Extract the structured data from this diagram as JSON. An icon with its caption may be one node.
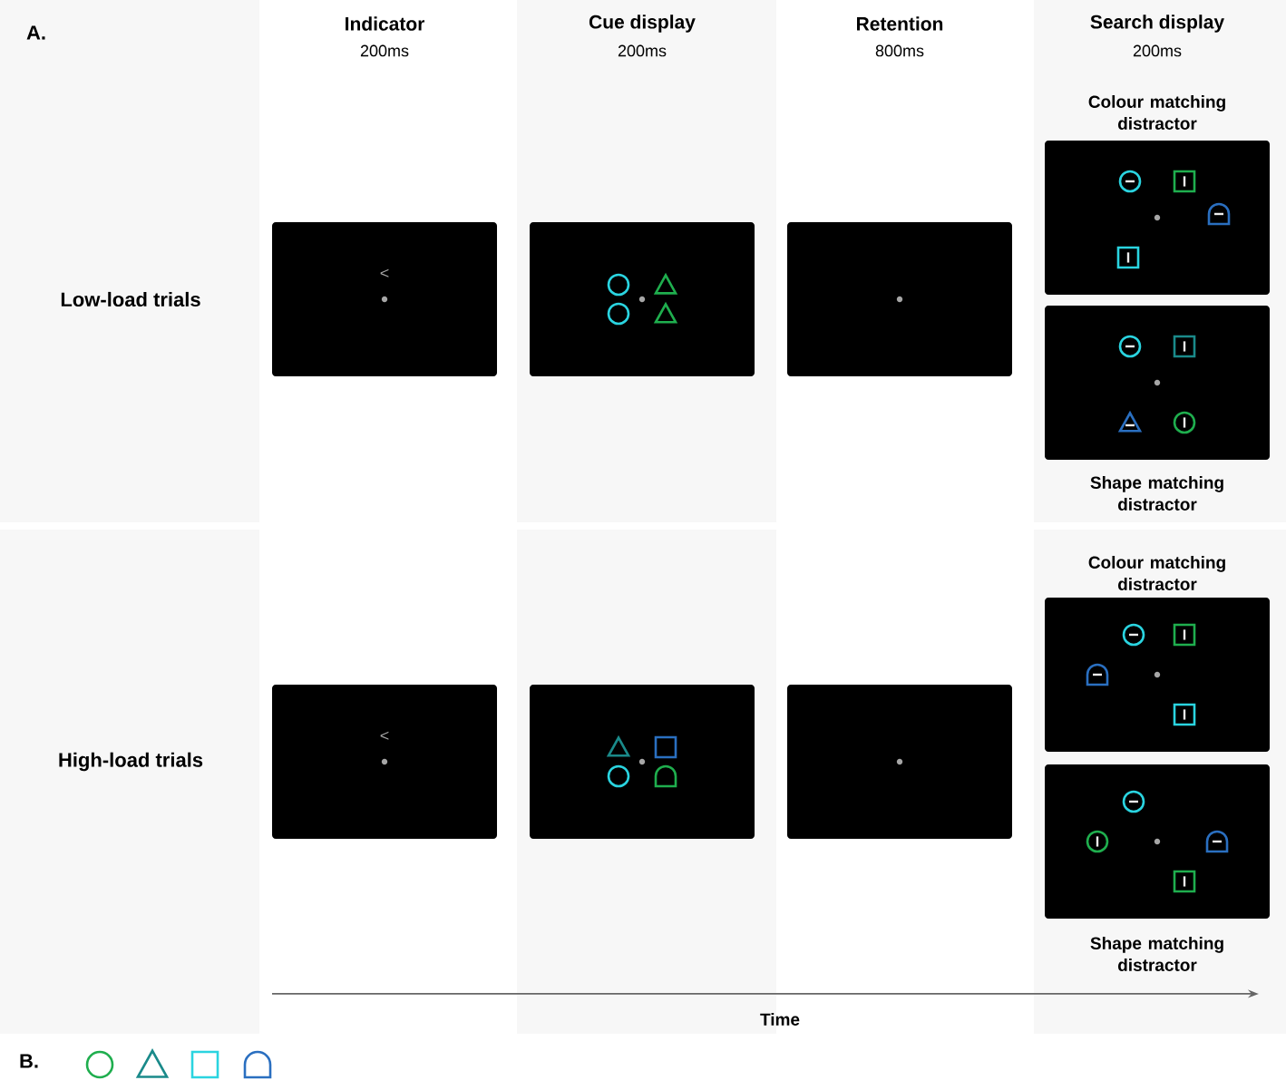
{
  "diagram": {
    "labels": [
      "A.",
      "Indicator",
      "200ms",
      "Cue display",
      "200ms",
      "Retention",
      "800ms",
      "Search display",
      "200ms",
      "Colour matching distractor",
      "<",
      "Low-load trials",
      "Shape matching distractor",
      "Colour matching distractor",
      "<",
      "High-load trials",
      "Shape matching distractor",
      "Time",
      "B."
    ]
  }
}
